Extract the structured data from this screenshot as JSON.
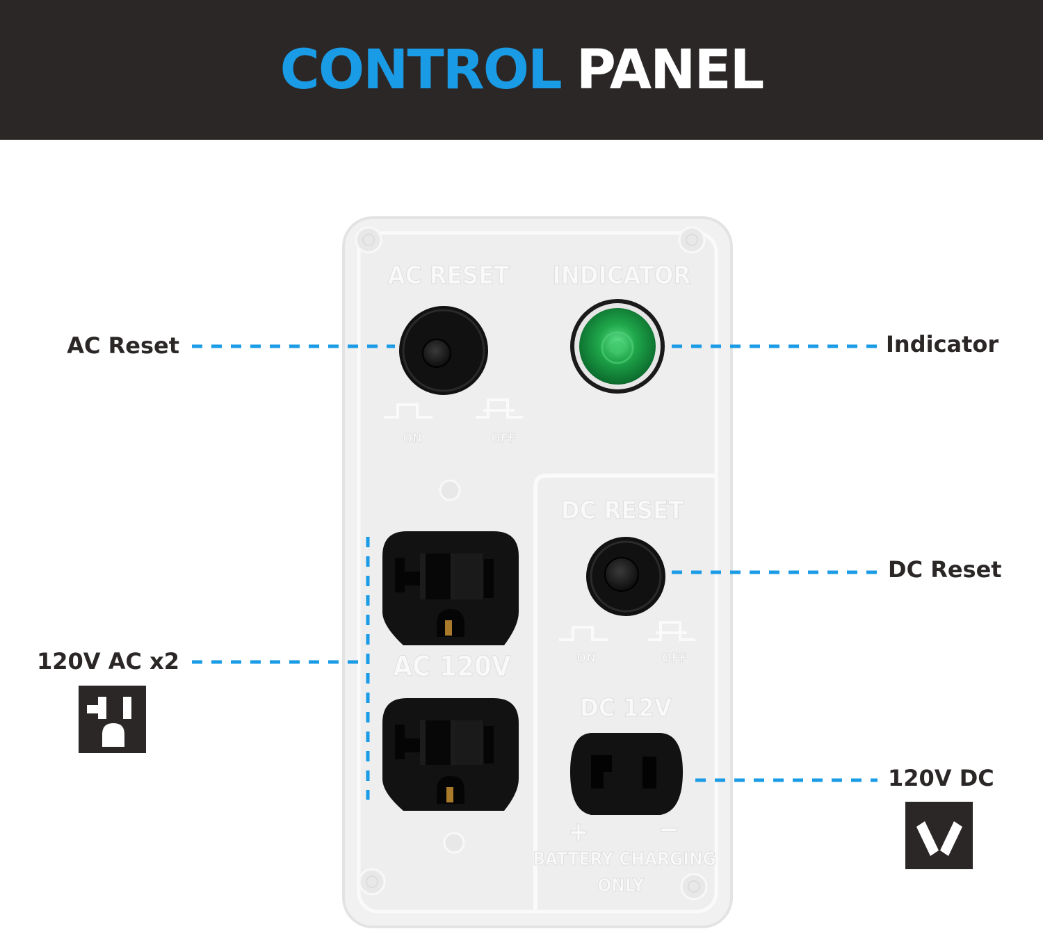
{
  "header": {
    "title_primary": "CONTROL",
    "title_secondary": "PANEL"
  },
  "panel": {
    "ac_reset_label": "AC RESET",
    "indicator_label": "INDICATOR",
    "ac_on_label": "ON",
    "ac_off_label": "OFF",
    "dc_reset_label": "DC RESET",
    "dc_on_label": "ON",
    "dc_off_label": "OFF",
    "ac_outlet_label": "AC 120V",
    "dc_outlet_label": "DC 12V",
    "plus_sign": "+",
    "minus_sign": "−",
    "battery_line1": "BATTERY CHARGING",
    "battery_line2": "ONLY"
  },
  "callouts": {
    "ac_reset": "AC Reset",
    "indicator": "Indicator",
    "dc_reset": "DC Reset",
    "ac_outlets": "120V AC x2",
    "dc_outlet": "120V DC"
  },
  "icons": {
    "ac_outlet_icon": "ac-outlet-icon",
    "dc_outlet_icon": "dc-outlet-icon"
  },
  "colors": {
    "header_bg": "#2b2727",
    "accent_blue": "#1a9be6",
    "indicator_green": "#1fa64a",
    "panel_face": "#eeeeee"
  }
}
